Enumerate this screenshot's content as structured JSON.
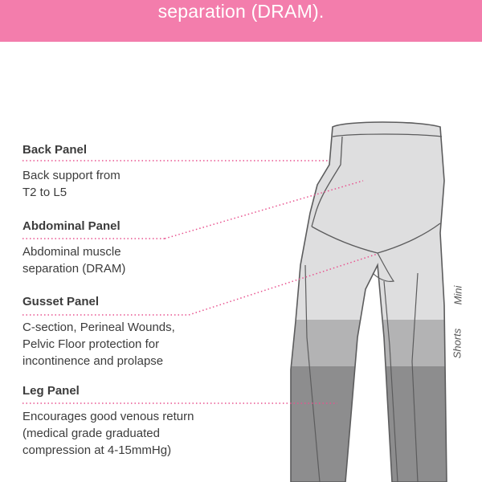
{
  "banner": {
    "text": "separation (DRAM).",
    "color": "#f37dac"
  },
  "panels": [
    {
      "title": "Back Panel",
      "description": "Back support from\nT2 to L5"
    },
    {
      "title": "Abdominal Panel",
      "description": "Abdominal muscle\nseparation (DRAM)"
    },
    {
      "title": "Gusset Panel",
      "description": "C-section, Perineal Wounds,\nPelvic Floor protection for\nincontinence and prolapse"
    },
    {
      "title": "Leg Panel",
      "description": "Encourages good venous return\n(medical grade graduated\ncompression at 4-15mmHg)"
    }
  ],
  "length_labels": {
    "mini": "Mini",
    "shorts": "Shorts"
  },
  "colors": {
    "leader_line": "#e8538f",
    "garment_light": "#dededf",
    "garment_mid": "#b3b3b4",
    "garment_dark": "#8d8d8e",
    "seam": "#5c5c5d"
  }
}
